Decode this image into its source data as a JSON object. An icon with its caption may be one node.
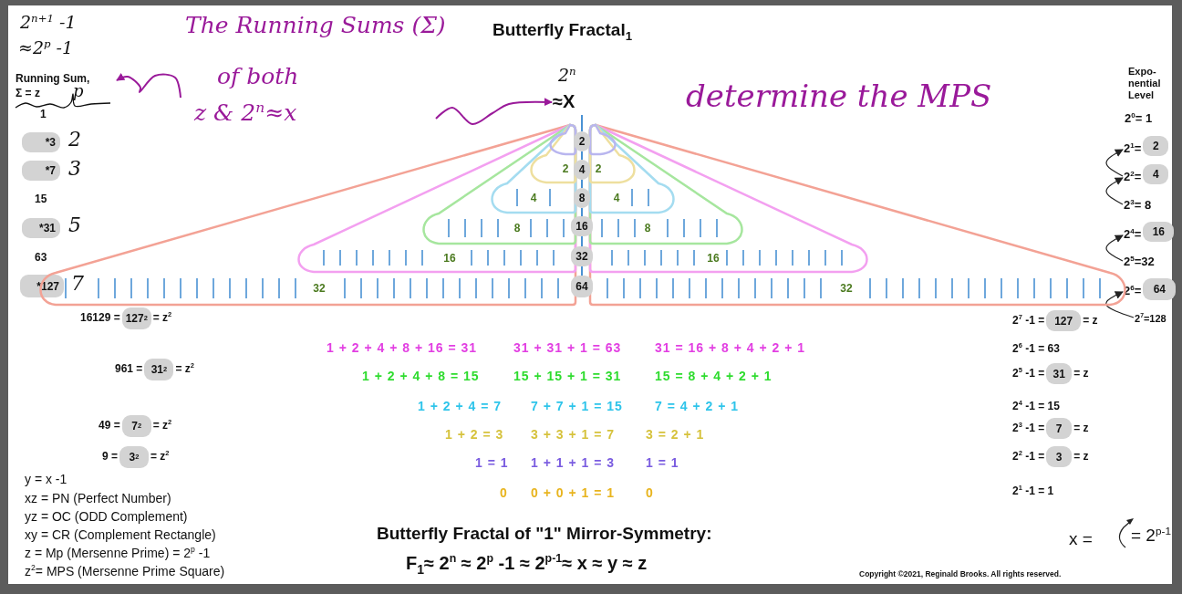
{
  "diagram": {
    "title": "Butterfly Fractal$_{1}$",
    "nodes": [
      {
        "text": [
          "Running Sum,",
          "Σ = z"
        ]
      },
      {
        "text": [
          "The Running Sums (Σ)",
          "of both",
          "z & 2$^{n}$≈x"
        ]
      },
      {
        "text": [
          "2$^{n}$",
          "≈X"
        ]
      },
      {
        "text": [
          "*3"
        ]
      },
      {
        "text": [
          "*7"
        ]
      },
      {
        "text": [
          "*31"
        ]
      },
      {
        "text": [
          "*127"
        ]
      },
      {
        "text": [
          "2$^{1}$="
        ]
      },
      {
        "text": [
          "2"
        ]
      },
      {
        "text": [
          "2$^{2}$="
        ]
      },
      {
        "text": [
          "4"
        ]
      },
      {
        "text": [
          "2$^{3}$= 8"
        ]
      },
      {
        "text": [
          "2$^{4}$="
        ]
      },
      {
        "text": [
          "16"
        ]
      },
      {
        "text": [
          "2$^{5}$=32"
        ]
      },
      {
        "text": [
          "2$^{6}$="
        ]
      },
      {
        "text": [
          "64"
        ]
      },
      {
        "text": [
          "2$^{7}$=128"
        ]
      },
      {
        "text": [
          "32"
        ]
      },
      {
        "text": [
          "16"
        ],
        "in": 18
      },
      {
        "text": [
          "8"
        ],
        "in": 19
      },
      {
        "text": [
          "4"
        ],
        "in": 20
      },
      {
        "text": [
          "2"
        ],
        "in": 21
      },
      {
        "text": [],
        "shape": "triangle",
        "in": 22
      },
      {
        "text": [
          "32"
        ]
      },
      {
        "text": [
          "16"
        ],
        "in": 24
      },
      {
        "text": [
          "8"
        ],
        "in": 25
      },
      {
        "text": [
          "4"
        ],
        "in": 26
      },
      {
        "text": [
          "2"
        ],
        "in": 27
      },
      {
        "text": [],
        "shape": "triangle",
        "in": 28
      },
      {
        "text": [
          "2"
        ]
      },
      {
        "text": [
          "4"
        ]
      },
      {
        "text": [
          "8"
        ]
      },
      {
        "text": [
          "16"
        ]
      },
      {
        "text": [
          "32"
        ]
      },
      {
        "text": [
          "64"
        ]
      },
      {
        "text": [
          "127$^{2}$"
        ]
      },
      {
        "text": [
          "31$^{2}$"
        ]
      },
      {
        "text": [
          "7$^{2}$"
        ]
      },
      {
        "text": [
          "3$^{2}$"
        ]
      },
      {
        "text": [
          "127"
        ]
      },
      {
        "text": [
          "31"
        ]
      },
      {
        "text": [
          "7"
        ]
      },
      {
        "text": [
          "3"
        ]
      }
    ],
    "edges": [
      {
        "from": 1,
        "to": 0,
        "arrow": "to",
        "color": "#9a1a9a"
      },
      {
        "from": 1,
        "to": 2,
        "arrow": "to",
        "color": "#9a1a9a"
      },
      {
        "from": 2,
        "to": 30,
        "arrow": "none"
      },
      {
        "from": 30,
        "to": 31,
        "arrow": "none"
      },
      {
        "from": 31,
        "to": 32,
        "arrow": "none"
      },
      {
        "from": 32,
        "to": 33,
        "arrow": "none"
      },
      {
        "from": 33,
        "to": 34,
        "arrow": "none"
      },
      {
        "from": 34,
        "to": 35,
        "arrow": "none"
      },
      {
        "from": 9,
        "to": 7,
        "arrow": "to",
        "color": "#222222"
      },
      {
        "from": 11,
        "to": 9,
        "arrow": "to",
        "color": "#222222"
      },
      {
        "from": 14,
        "to": 12,
        "arrow": "to",
        "color": "#222222"
      },
      {
        "from": 17,
        "to": 15,
        "arrow": "to",
        "color": "#222222"
      }
    ],
    "labels": [
      "2$^{n+1}$ -1",
      "≈2$^{p}$ -1",
      "p",
      "determine the MPS",
      "Expo- nential Level",
      "1",
      "2$^{0}$= 1",
      "2",
      "3",
      "15",
      "5",
      "63",
      "7",
      "16129 =",
      "= z$^{2}$",
      "2$^{7}$ -1 =",
      "= z",
      "1 + 2 + 4 + 8 + 16 = 31",
      "31 + 31 + 1 = 63",
      "31 = 16 + 8 + 4 + 2 + 1",
      "2$^{6}$ -1 = 63",
      "961 =",
      "= z$^{2}$",
      "1 + 2 + 4 + 8 = 15",
      "15 + 15 + 1 = 31",
      "15 = 8 + 4 + 2 + 1",
      "2$^{5}$ -1 =",
      "= z",
      "1 + 2 + 4 = 7",
      "7 + 7 + 1 = 15",
      "7 = 4 + 2 + 1",
      "2$^{4}$ -1 = 15",
      "49 =",
      "= z$^{2}$",
      "1 + 2 = 3",
      "3 + 3 + 1 = 7",
      "3 = 2 + 1",
      "2$^{3}$ -1 =",
      "= z",
      "9 =",
      "= z$^{2}$",
      "1 = 1",
      "1 + 1 + 1 = 3",
      "1 = 1",
      "2$^{2}$ -1 =",
      "= z",
      "y = x -1",
      "0",
      "0 + 0 + 1 = 1",
      "0",
      "2$^{1}$ -1 = 1",
      "xz = PN (Perfect Number)",
      "yz = OC (ODD Complement)",
      "xy = CR (Complement Rectangle)",
      "Butterfly Fractal of \"1\" Mirror-Symmetry:",
      "x =",
      "= 2$^{p-1}$",
      "z = Mp (Mersenne Prime) = 2$^{p}$ -1",
      "F$_{1}$≈ 2$^{n}$ ≈ 2$^{p}$ -1 ≈ 2$^{p-1}$≈ x ≈ y ≈ z",
      "Copyright ©2021, Reginald Brooks. All rights reserved.",
      "z$^{2}$= MPS (Mersenne Prime Square)"
    ]
  }
}
